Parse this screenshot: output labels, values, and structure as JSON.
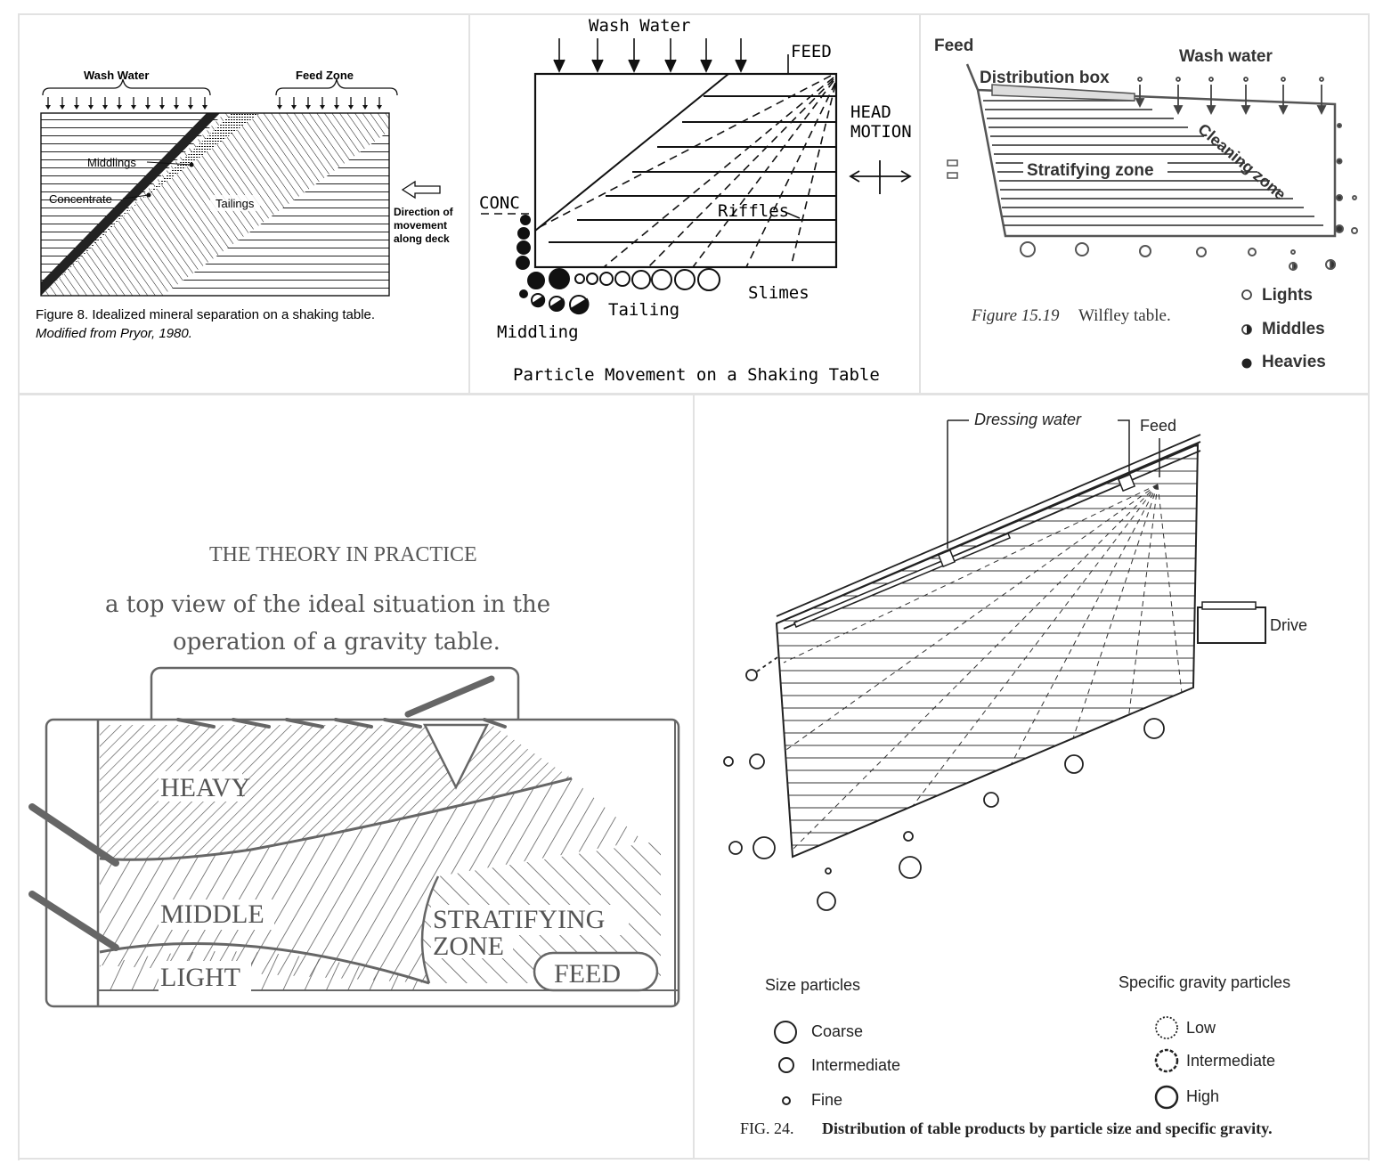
{
  "p1": {
    "wash_water": "Wash Water",
    "feed_zone": "Feed Zone",
    "middlings": "Middlings",
    "concentrate": "Concentrate",
    "tailings": "Tailings",
    "direction_1": "Direction of",
    "direction_2": "movement",
    "direction_3": "along deck",
    "caption_1": "Figure 8.  Idealized mineral separation on a shaking table.",
    "caption_2": "Modified from Pryor, 1980."
  },
  "p2": {
    "wash_water": "Wash Water",
    "feed": "FEED",
    "head_1": "HEAD",
    "head_2": "MOTION",
    "conc": "CONC",
    "riffles": "Riffles",
    "slimes": "Slimes",
    "tailing": "Tailing",
    "middling": "Middling",
    "caption": "Particle Movement on a Shaking Table"
  },
  "p3": {
    "feed": "Feed",
    "distribution_box": "Distribution box",
    "wash_water": "Wash water",
    "stratifying_zone": "Stratifying zone",
    "cleaning_zone": "Cleaning zone",
    "caption_fig": "Figure 15.19",
    "caption_text": "Wilfley table.",
    "legend_lights": "Lights",
    "legend_middles": "Middles",
    "legend_heavies": "Heavies"
  },
  "p4": {
    "title": "THE THEORY IN PRACTICE",
    "sub_1": "a top view of the ideal situation in the",
    "sub_2": "operation of a gravity table.",
    "heavy": "HEAVY",
    "middle": "MIDDLE",
    "light": "LIGHT",
    "strat_1": "STRATIFYING",
    "strat_2": "ZONE",
    "feed": "FEED"
  },
  "p5": {
    "dressing_water": "Dressing water",
    "feed": "Feed",
    "drive": "Drive",
    "size_title": "Size  particles",
    "coarse": "Coarse",
    "intermediate": "Intermediate",
    "fine": "Fine",
    "sg_title": "Specific gravity particles",
    "low": "Low",
    "sg_intermediate": "Intermediate",
    "high": "High",
    "caption_fig": "FIG. 24.",
    "caption_text": "Distribution of table products by particle size and specific gravity."
  }
}
